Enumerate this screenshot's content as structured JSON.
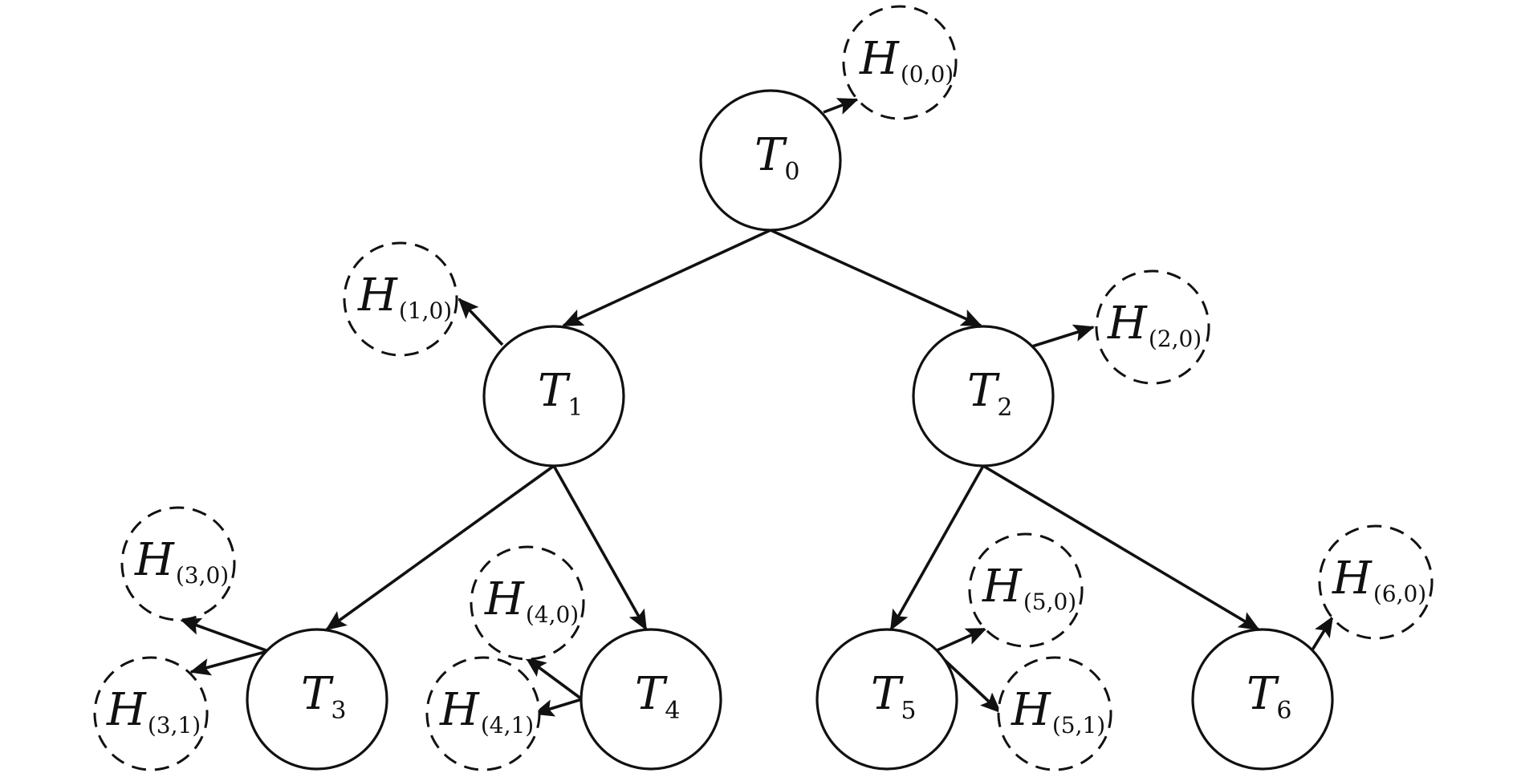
{
  "diagram": {
    "tree_nodes": [
      {
        "id": "T0",
        "letter": "T",
        "sub": "0"
      },
      {
        "id": "T1",
        "letter": "T",
        "sub": "1"
      },
      {
        "id": "T2",
        "letter": "T",
        "sub": "2"
      },
      {
        "id": "T3",
        "letter": "T",
        "sub": "3"
      },
      {
        "id": "T4",
        "letter": "T",
        "sub": "4"
      },
      {
        "id": "T5",
        "letter": "T",
        "sub": "5"
      },
      {
        "id": "T6",
        "letter": "T",
        "sub": "6"
      }
    ],
    "helper_nodes": [
      {
        "id": "H00",
        "letter": "H",
        "sub": "(0,0)",
        "owner": "T0"
      },
      {
        "id": "H10",
        "letter": "H",
        "sub": "(1,0)",
        "owner": "T1"
      },
      {
        "id": "H20",
        "letter": "H",
        "sub": "(2,0)",
        "owner": "T2"
      },
      {
        "id": "H30",
        "letter": "H",
        "sub": "(3,0)",
        "owner": "T3"
      },
      {
        "id": "H31",
        "letter": "H",
        "sub": "(3,1)",
        "owner": "T3"
      },
      {
        "id": "H40",
        "letter": "H",
        "sub": "(4,0)",
        "owner": "T4"
      },
      {
        "id": "H41",
        "letter": "H",
        "sub": "(4,1)",
        "owner": "T4"
      },
      {
        "id": "H50",
        "letter": "H",
        "sub": "(5,0)",
        "owner": "T5"
      },
      {
        "id": "H51",
        "letter": "H",
        "sub": "(5,1)",
        "owner": "T5"
      },
      {
        "id": "H60",
        "letter": "H",
        "sub": "(6,0)",
        "owner": "T6"
      }
    ],
    "tree_edges": [
      {
        "from": "T0",
        "to": "T1"
      },
      {
        "from": "T0",
        "to": "T2"
      },
      {
        "from": "T1",
        "to": "T3"
      },
      {
        "from": "T1",
        "to": "T4"
      },
      {
        "from": "T2",
        "to": "T5"
      },
      {
        "from": "T2",
        "to": "T6"
      }
    ],
    "colors": {
      "stroke": "#111111",
      "background": "#ffffff"
    }
  }
}
